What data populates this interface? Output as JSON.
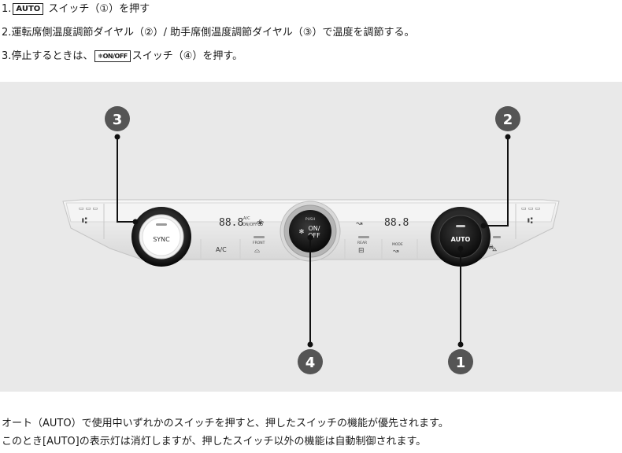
{
  "steps": [
    {
      "prefix": "1.",
      "key": "AUTO",
      "text": " スイッチ（①）を押す"
    },
    {
      "text": "2.運転席側温度調節ダイヤル（②）/ 助手席側温度調節ダイヤル（③）で温度を調節する。"
    },
    {
      "prefix": "3.停止するときは、",
      "key": "❄ON/OFF",
      "text": "スイッチ（④）を押す。"
    }
  ],
  "panel": {
    "callouts": [
      "3",
      "2",
      "4",
      "1"
    ],
    "sync_label": "SYNC",
    "auto_label": "AUTO",
    "ac_label": "A/C",
    "front_label": "FRONT",
    "rear_label": "REAR",
    "mode_label": "MODE",
    "push_label": "PUSH",
    "on_label": "ON/",
    "off_label": "OFF",
    "left_display": "88.8",
    "left_ac_text": "A/C",
    "left_onoff_text": "ON/OFF",
    "right_display": "88.8"
  },
  "notes": [
    "オート（AUTO）で使用中いずれかのスイッチを押すと、押したスイッチの機能が優先されます。",
    "このとき[AUTO]の表示灯は消灯しますが、押したスイッチ以外の機能は自動制御されます。"
  ]
}
